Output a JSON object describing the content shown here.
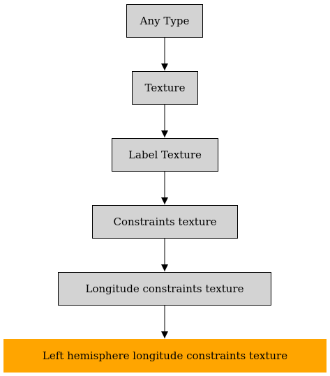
{
  "diagram": {
    "nodes": [
      {
        "id": "any_type",
        "label": "Any Type"
      },
      {
        "id": "texture",
        "label": "Texture"
      },
      {
        "id": "label_texture",
        "label": "Label Texture"
      },
      {
        "id": "constraints_texture",
        "label": "Constraints texture"
      },
      {
        "id": "longitude_constraints_texture",
        "label": "Longitude constraints texture"
      },
      {
        "id": "left_hemisphere_longitude_constraints_texture",
        "label": "Left hemisphere longitude constraints texture"
      }
    ],
    "edges": [
      {
        "from": "any_type",
        "to": "texture"
      },
      {
        "from": "texture",
        "to": "label_texture"
      },
      {
        "from": "label_texture",
        "to": "constraints_texture"
      },
      {
        "from": "constraints_texture",
        "to": "longitude_constraints_texture"
      },
      {
        "from": "longitude_constraints_texture",
        "to": "left_hemisphere_longitude_constraints_texture"
      }
    ],
    "colors": {
      "node_fill": "#d3d3d3",
      "highlight_fill": "#ffa500",
      "stroke": "#000000"
    }
  }
}
